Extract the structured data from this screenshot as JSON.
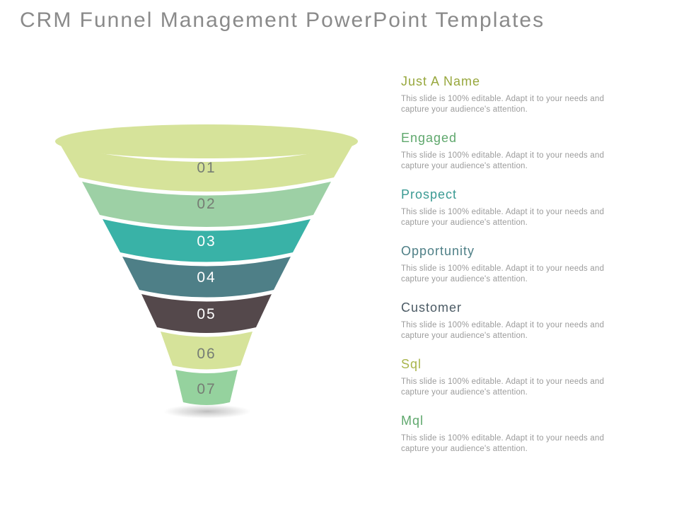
{
  "title": {
    "text": "CRM Funnel Management PowerPoint Templates",
    "color": "#8a8a8a"
  },
  "funnel": {
    "top_color": "#d6e39a",
    "gray_number_color": "#767d74",
    "white_number_color": "#ffffff",
    "segments": [
      {
        "number": "01",
        "color": "#d6e39a",
        "number_color": "#767d74"
      },
      {
        "number": "02",
        "color": "#9dd0a5",
        "number_color": "#767d74"
      },
      {
        "number": "03",
        "color": "#39b2a7",
        "number_color": "#ffffff"
      },
      {
        "number": "04",
        "color": "#4e7f87",
        "number_color": "#ffffff"
      },
      {
        "number": "05",
        "color": "#54484b",
        "number_color": "#ffffff"
      },
      {
        "number": "06",
        "color": "#d6e39a",
        "number_color": "#767d74"
      },
      {
        "number": "07",
        "color": "#95d29e",
        "number_color": "#767d74"
      }
    ]
  },
  "sections": [
    {
      "heading": "Just A Name",
      "color": "#97a73c",
      "description": "This slide is 100% editable. Adapt it to your needs and capture your audience's attention."
    },
    {
      "heading": "Engaged",
      "color": "#5fa86d",
      "description": "This slide is 100% editable. Adapt it to your needs and capture your audience's attention."
    },
    {
      "heading": "Prospect",
      "color": "#3a9a93",
      "description": "This slide is 100% editable. Adapt it to your needs and capture your audience's attention."
    },
    {
      "heading": "Opportunity",
      "color": "#4e7f86",
      "description": "This slide is 100% editable. Adapt it to your needs and capture your audience's attention."
    },
    {
      "heading": "Customer",
      "color": "#4b5a64",
      "description": "This slide is 100% editable. Adapt it to your needs and capture your audience's attention."
    },
    {
      "heading": "Sql",
      "color": "#a9b54c",
      "description": "This slide is 100% editable. Adapt it to your needs and capture your audience's attention."
    },
    {
      "heading": "Mql",
      "color": "#5fa86d",
      "description": "This slide is 100% editable. Adapt it to your needs and capture your audience's attention."
    }
  ]
}
